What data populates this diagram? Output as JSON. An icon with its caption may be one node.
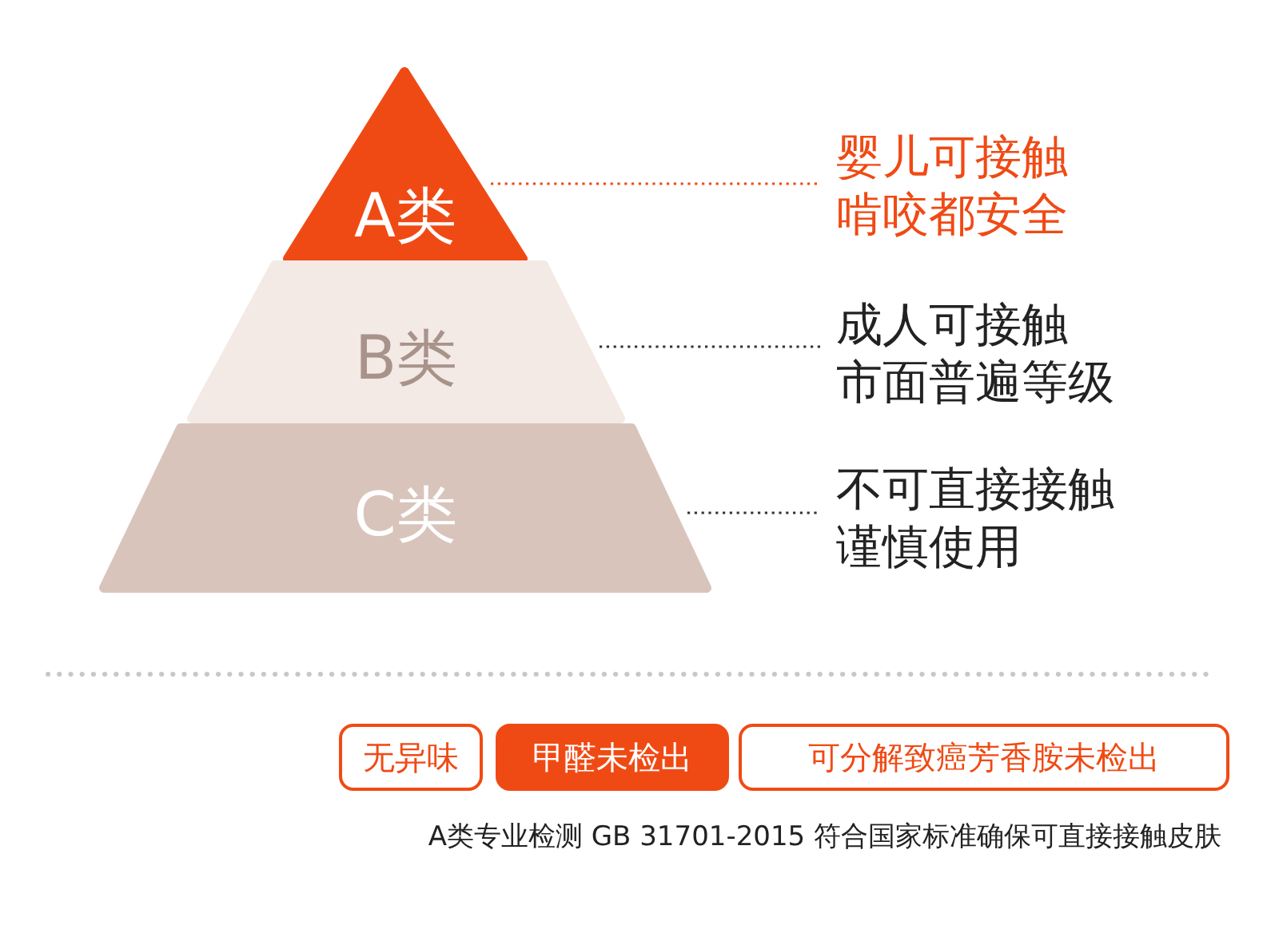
{
  "diagram": {
    "nodes": [
      {
        "text": [
          "A类"
        ]
      },
      {
        "text": [
          "B类"
        ]
      },
      {
        "text": [
          "C类"
        ]
      },
      {
        "text": [
          "婴儿可接触",
          "啃咬都安全"
        ]
      },
      {
        "text": [
          "成人可接触",
          "市面普遍等级"
        ]
      },
      {
        "text": [
          "不可直接接触",
          "谨慎使用"
        ]
      },
      {
        "text": [
          "无异味"
        ]
      },
      {
        "text": [
          "甲醛未检出"
        ]
      },
      {
        "text": [
          "可分解致癌芳香胺未检出"
        ]
      }
    ],
    "edges": [
      {
        "from": 0,
        "to": 3,
        "arrow": "none",
        "style": "dashed",
        "color": "#f04a14"
      },
      {
        "from": 1,
        "to": 4,
        "arrow": "none",
        "style": "dashed"
      },
      {
        "from": 2,
        "to": 5,
        "arrow": "none",
        "style": "dashed"
      }
    ],
    "labels": [
      "A类专业检测 GB 31701-2015 符合国家标准确保可直接接触皮肤"
    ]
  }
}
